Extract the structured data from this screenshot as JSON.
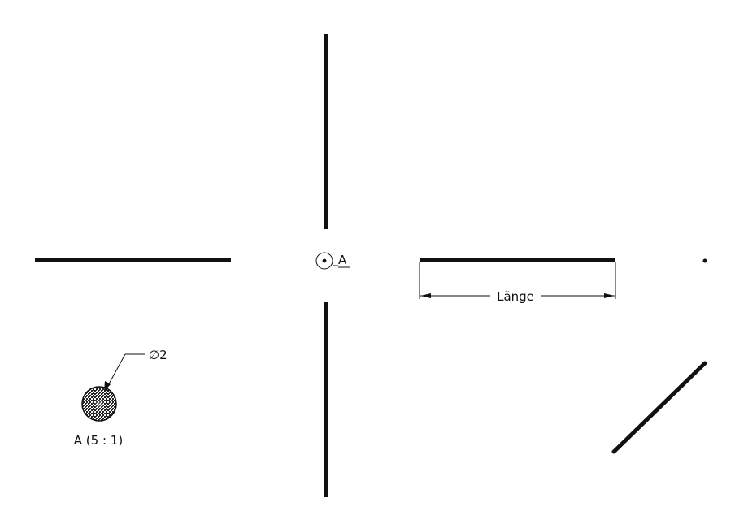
{
  "labels": {
    "detail_marker": "A",
    "length_dimension": "Länge",
    "diameter_callout": "∅2",
    "detail_view_caption": "A (5 : 1)"
  },
  "colors": {
    "line": "#111111",
    "background": "#ffffff"
  },
  "views": {
    "front": "rod-vertical-split",
    "side": "rod-horizontal-split",
    "right": "rod-horizontal-with-length",
    "iso": "rod-diagonal",
    "end": "rod-end-point",
    "detail": "cross-section-strand-pattern"
  }
}
